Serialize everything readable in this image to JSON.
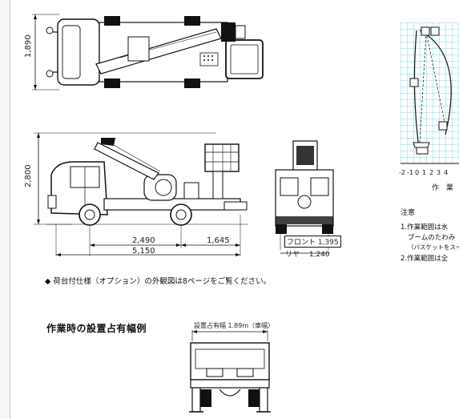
{
  "dimensions": {
    "width_top": "1,890",
    "height_side": "2,800",
    "wheelbase": "2,490",
    "rear_overhang": "1,645",
    "overall_length": "5,150",
    "front_tread": "フロント 1,395",
    "rear_tread": "リヤ　 1,240"
  },
  "note": "◆ 荷台付仕様（オプション）の外観図は8ページをご覧ください。",
  "section_title": "作業時の設置占有幅例",
  "setup_width_label": "設置占有幅 1.89m（車幅）",
  "range_chart": {
    "axis_ticks": [
      "-2",
      "-1",
      "0",
      "1",
      "2",
      "3",
      "4"
    ],
    "axis_label": "作 業"
  },
  "caution": {
    "heading": "注意",
    "lines": [
      "1.作業範囲は水",
      "ブームのたわみ",
      "（バスケットをスイ",
      "2.作業範囲は全"
    ]
  }
}
